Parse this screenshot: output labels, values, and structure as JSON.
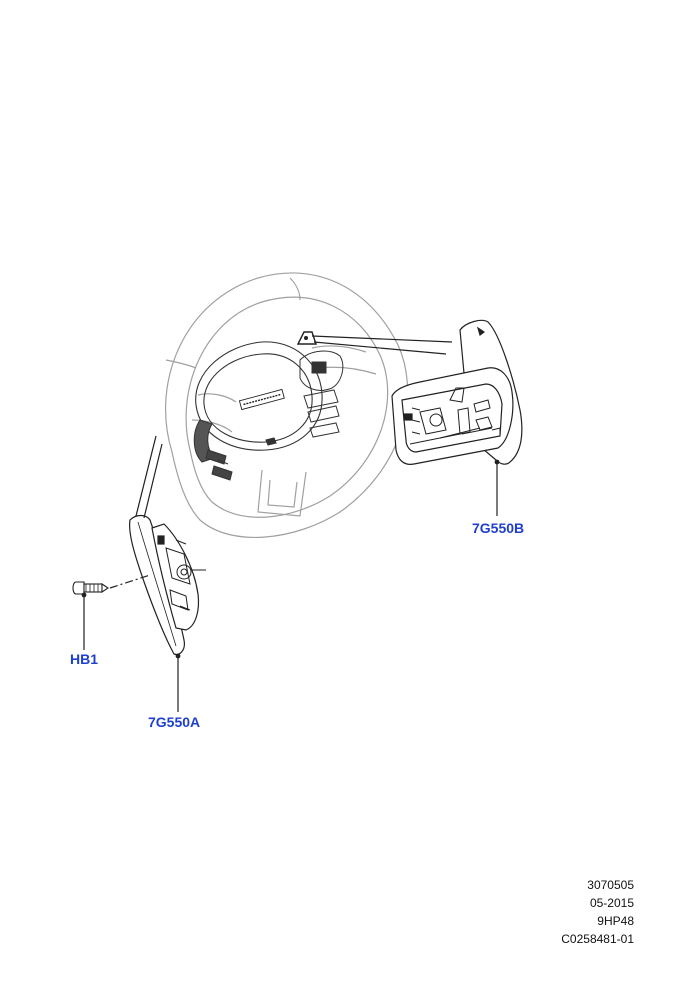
{
  "callouts": {
    "paddle_right": "7G550B",
    "paddle_left": "7G550A",
    "screw": "HB1"
  },
  "footer": {
    "illustration_number": "3070505",
    "date": "05-2015",
    "transmission": "9HP48",
    "drawing_code": "C0258481-01"
  },
  "colors": {
    "callout_text": "#1f3fcf",
    "line_art": "#222222",
    "light_line_art": "#9a9a9a"
  }
}
